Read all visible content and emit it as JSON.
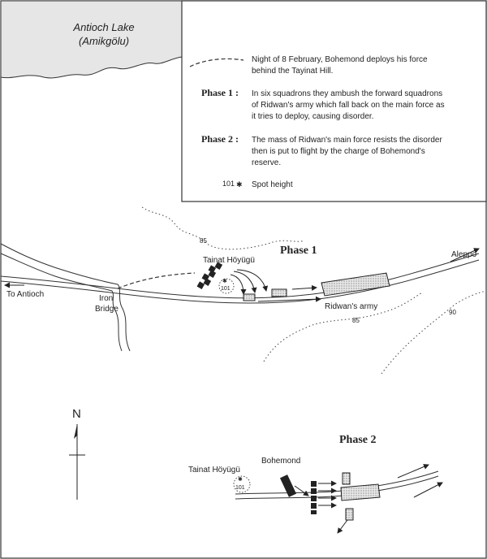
{
  "lake": {
    "name_line1": "Antioch Lake",
    "name_line2": "(Amikgölu)"
  },
  "legend": {
    "night_text_1": "Night of 8 February, Bohemond deploys his force",
    "night_text_2": "behind the Tayinat Hill.",
    "phase1_key": "Phase 1 :",
    "phase1_line1": "In six squadrons they ambush the forward squadrons",
    "phase1_line2": "of Ridwan's army which fall back on the main force as",
    "phase1_line3": "it tries to deploy, causing disorder.",
    "phase2_key": "Phase 2 :",
    "phase2_line1": "The mass of Ridwan's main force resists the disorder",
    "phase2_line2": "then is put to flight by the charge of Bohemond's",
    "phase2_line3": "reserve.",
    "spot_num": "101",
    "spot_text": "Spot height"
  },
  "phase1": {
    "title": "Phase 1",
    "hill_name": "Tainat Höyügü",
    "hill_height": "101",
    "to_antioch": "To Antioch",
    "iron_bridge_1": "Iron",
    "iron_bridge_2": "Bridge",
    "aleppo": "Aleppo",
    "ridwan": "Ridwan's army",
    "contour_85_a": "85",
    "contour_85_b": "85",
    "contour_90": "90"
  },
  "compass": {
    "north": "N"
  },
  "phase2": {
    "title": "Phase 2",
    "hill_name": "Tainat Höyügü",
    "hill_height": "101",
    "bohemond": "Bohemond"
  }
}
